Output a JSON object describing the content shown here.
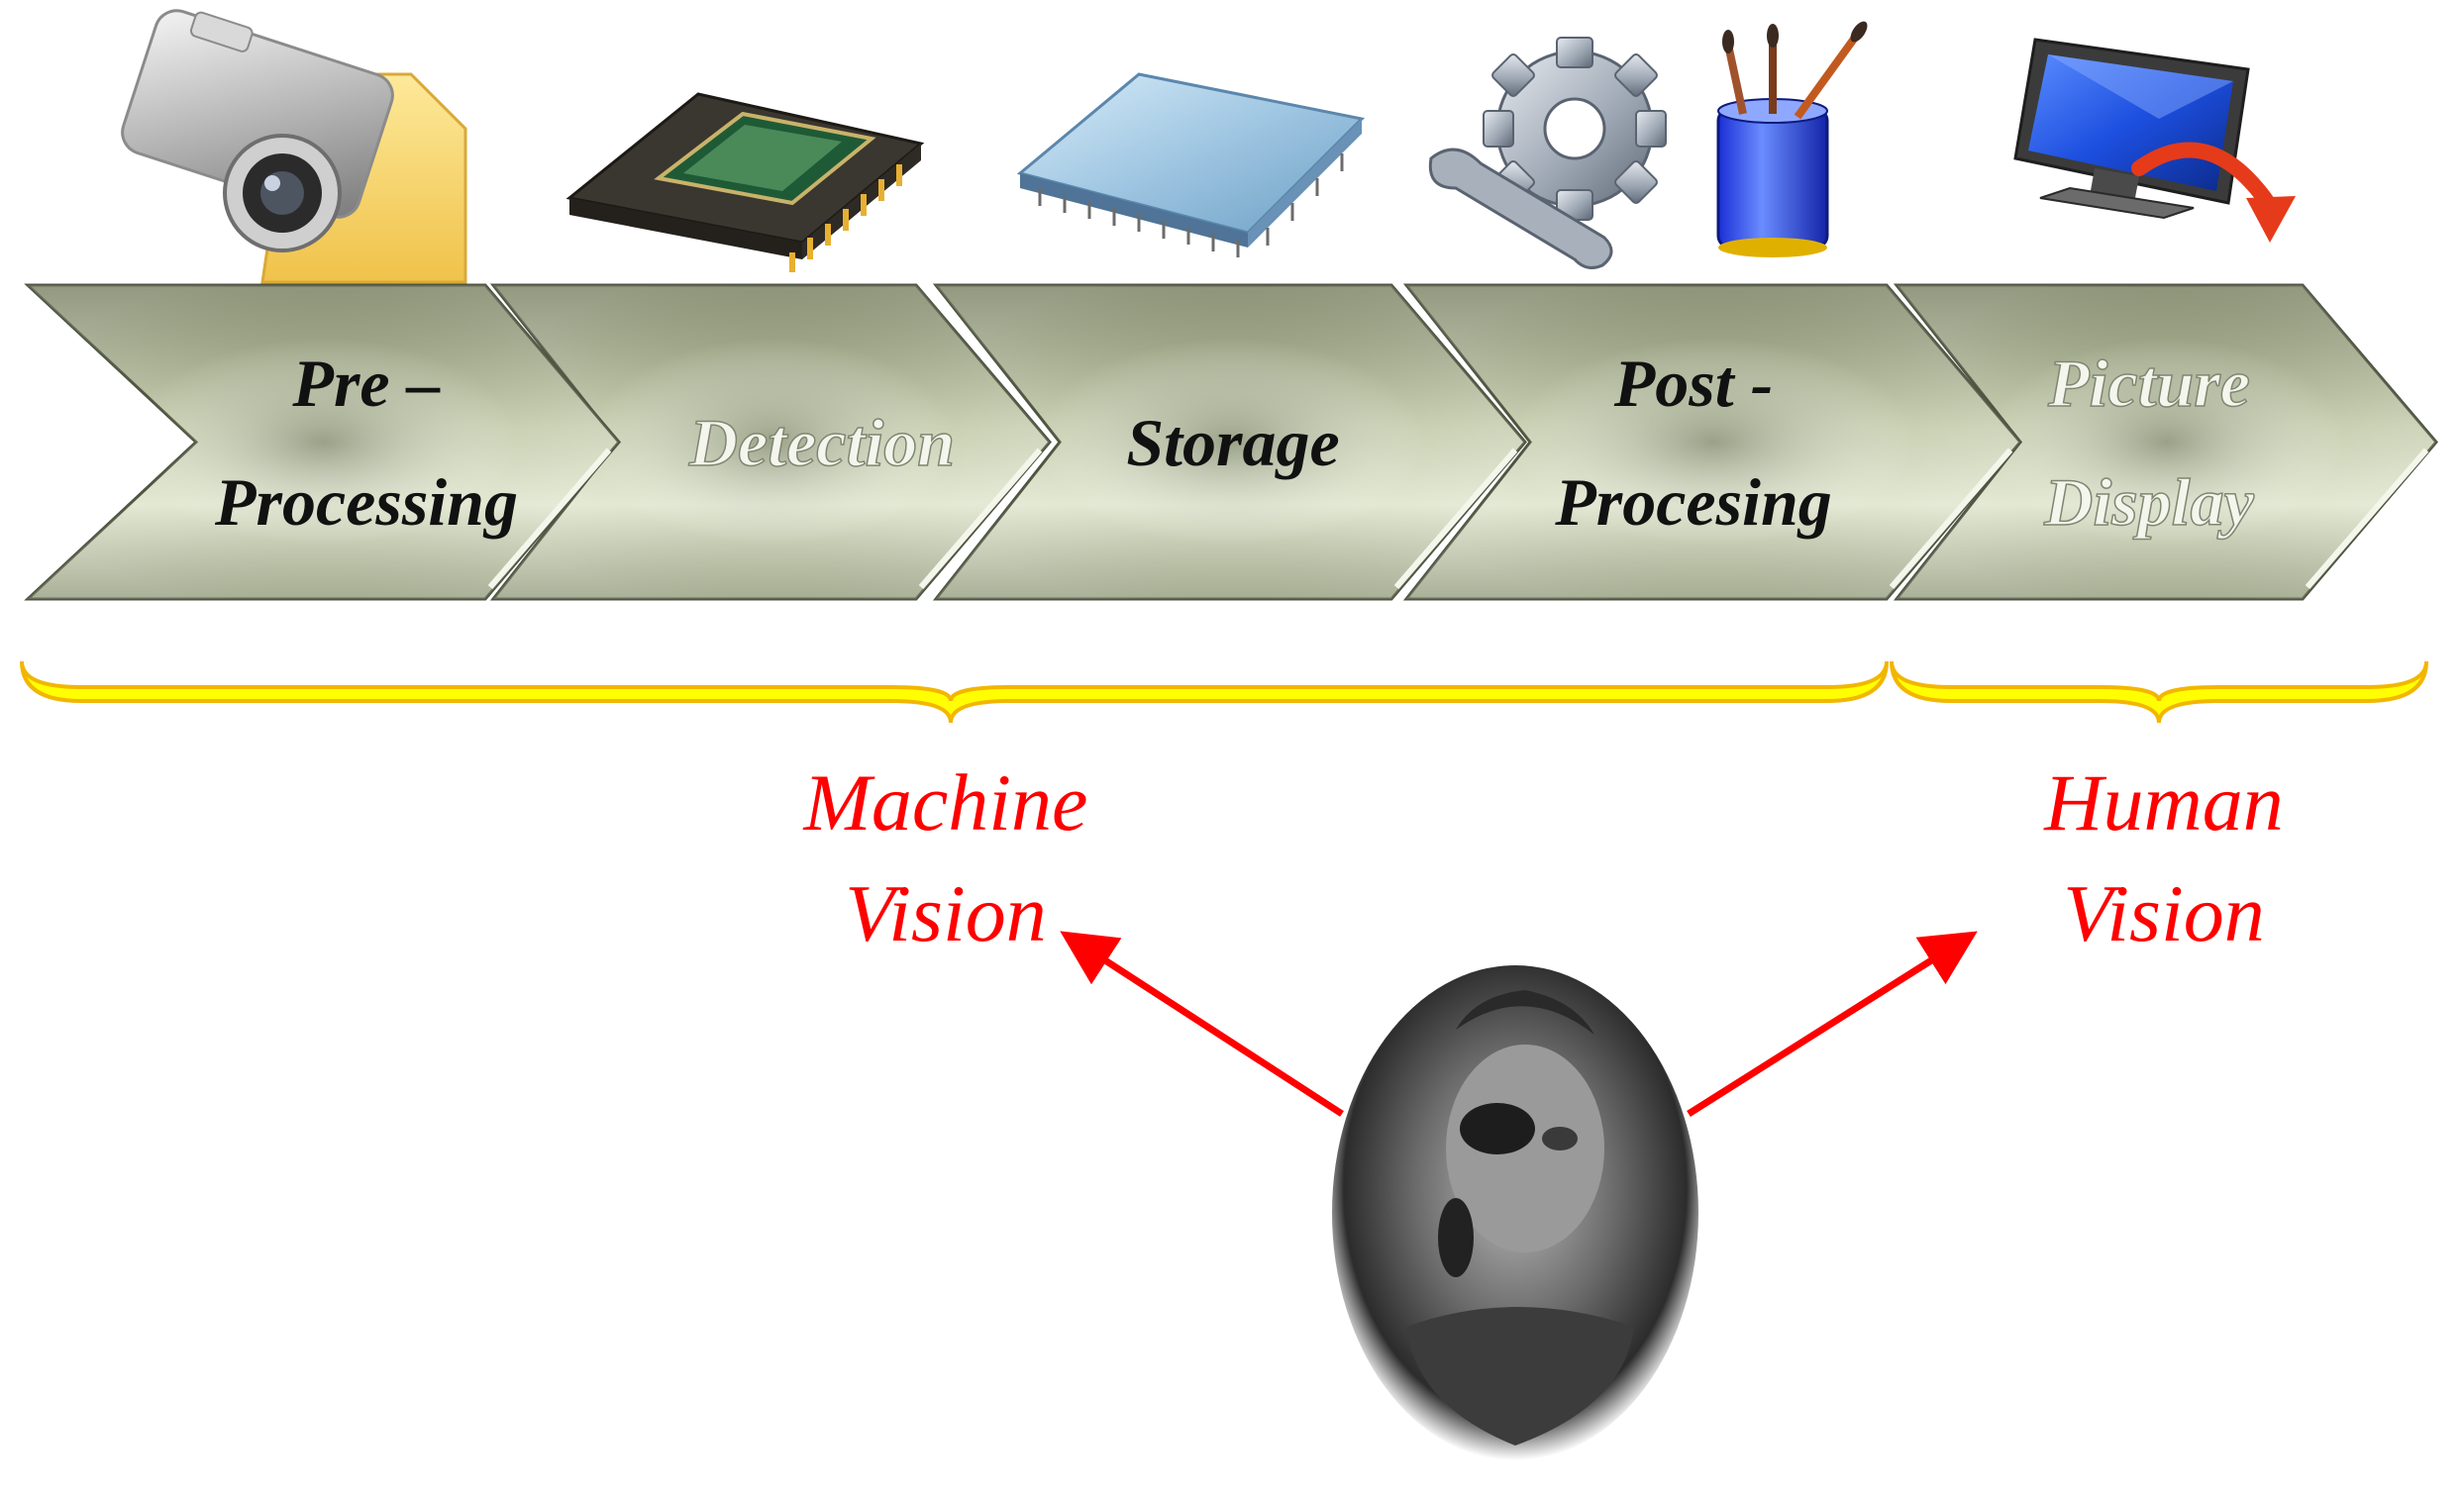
{
  "stages": [
    {
      "line1": "Pre –",
      "line2": "Processing",
      "icon": "camera-icon"
    },
    {
      "line1": "Detection",
      "line2": "",
      "icon": "sensor-chip-icon"
    },
    {
      "line1": "Storage",
      "line2": "",
      "icon": "memory-chip-icon"
    },
    {
      "line1": "Post -",
      "line2": "Procesing",
      "icon": "tools-paint-icon"
    },
    {
      "line1": "Picture",
      "line2": "Display",
      "icon": "monitor-icon"
    }
  ],
  "groups": {
    "machine": {
      "line1": "Machine",
      "line2": "Vision"
    },
    "human": {
      "line1": "Human",
      "line2": "Vision"
    }
  },
  "colors": {
    "arrow_dark": "#8f9679",
    "arrow_light": "#dde3c8",
    "brace_yellow": "#ffff00",
    "brace_edge": "#f2c000",
    "group_label": "#ff0000",
    "arrow_red": "#ff0000",
    "text_dark": "#111111",
    "text_light": "#f4f6ee"
  }
}
